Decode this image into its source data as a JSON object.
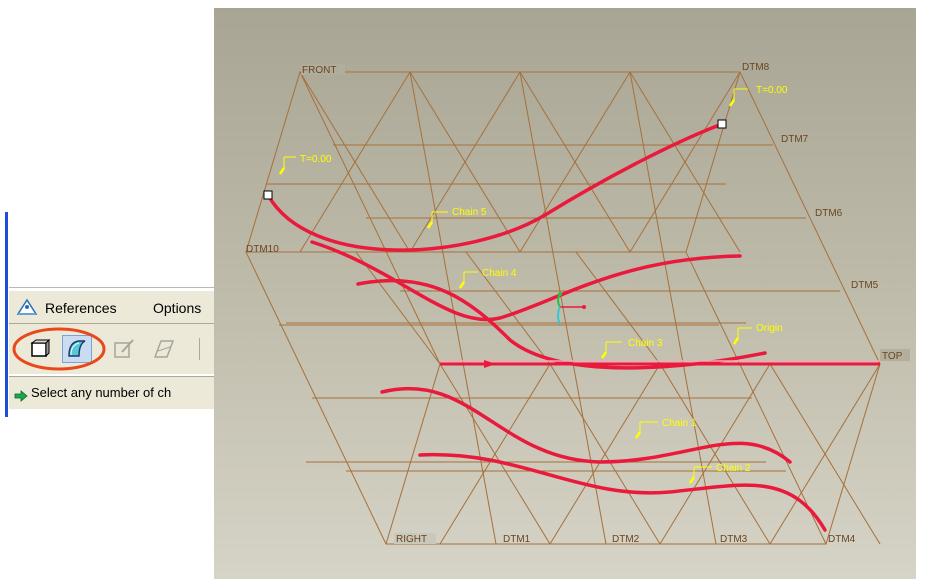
{
  "panel": {
    "menu_references": "References",
    "menu_options": "Options",
    "status_message": "Select any number of ch"
  },
  "tools": [
    {
      "icon": "solid-box-icon"
    },
    {
      "icon": "surface-icon",
      "selected": true
    },
    {
      "icon": "edit-sketch-icon",
      "disabled": true
    },
    {
      "icon": "sketch-plane-icon",
      "disabled": true
    }
  ],
  "viewport": {
    "datum_labels": {
      "front": "FRONT",
      "top": "TOP",
      "right": "RIGHT",
      "dtm1": "DTM1",
      "dtm2": "DTM2",
      "dtm3": "DTM3",
      "dtm4": "DTM4",
      "dtm5": "DTM5",
      "dtm6": "DTM6",
      "dtm7": "DTM7",
      "dtm8": "DTM8",
      "dtm10": "DTM10",
      "origin": "Origin"
    },
    "t_labels": {
      "t1": "T=0.00",
      "t2": "T=0.00"
    },
    "chain_labels": {
      "c5": "Chain 5",
      "c4": "Chain 4",
      "c3": "Chain 3",
      "c1": "Chain 1",
      "c2": "Chain 2"
    }
  },
  "colors": {
    "grid": "#a6703a",
    "curve": "#ea1a3d",
    "annotation": "#ffff00",
    "highlight": "#e8491b"
  }
}
